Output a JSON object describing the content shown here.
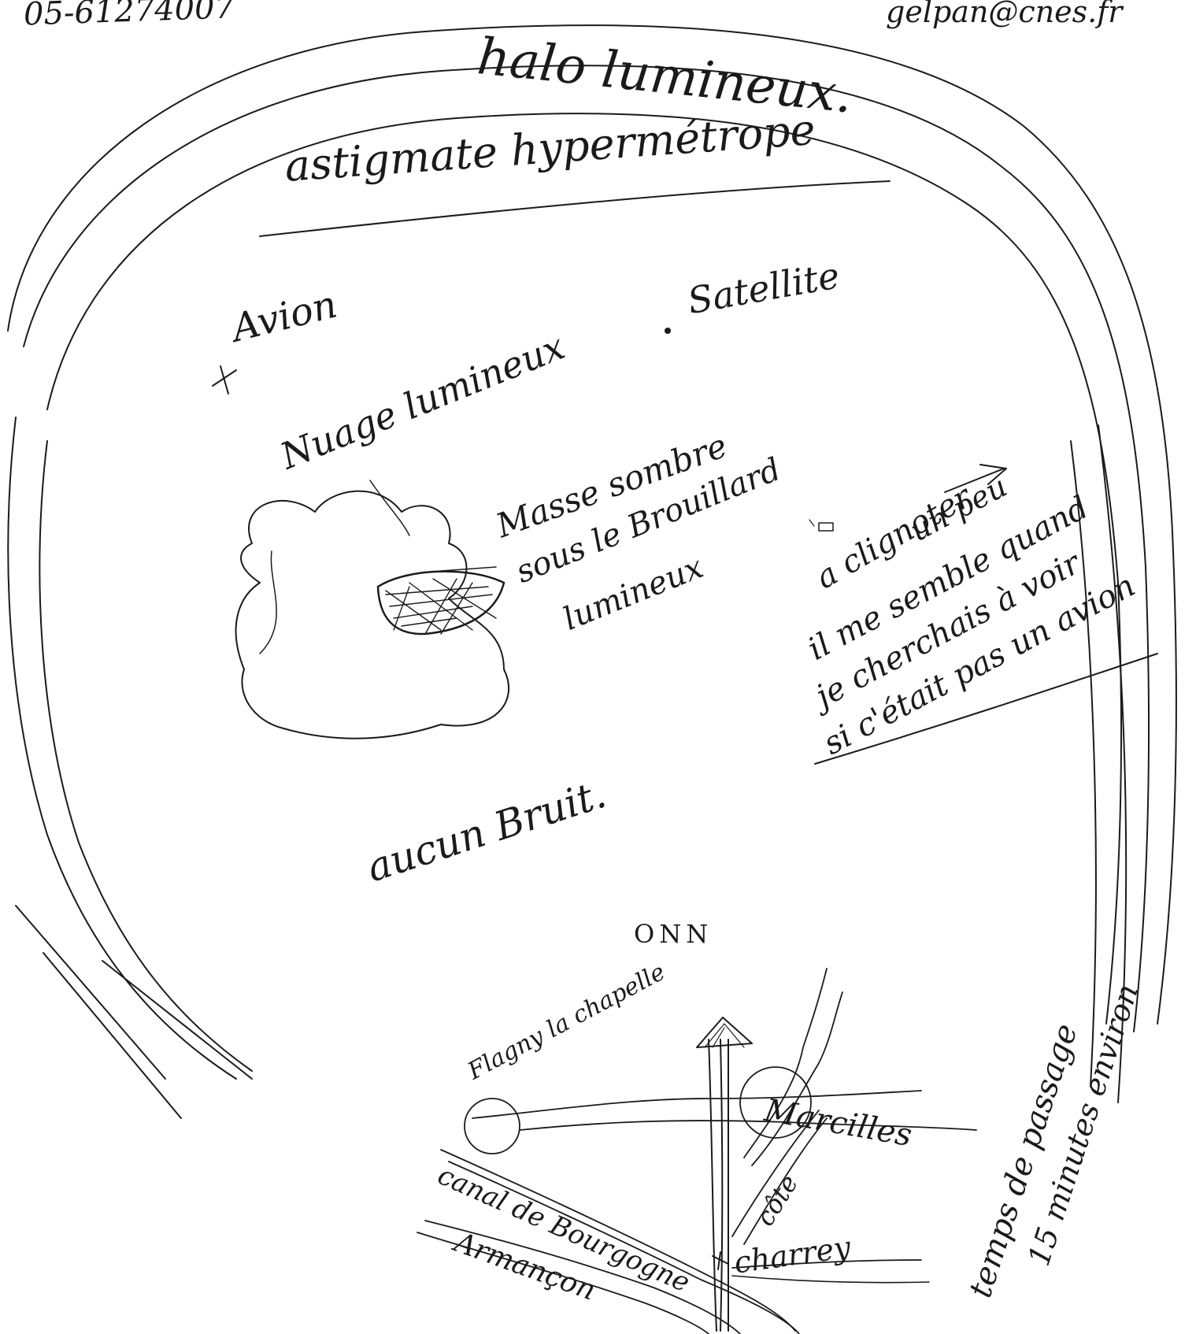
{
  "header": {
    "phone": "05-61274007",
    "email": "gelpan@cnes.fr"
  },
  "labels": {
    "halo": "halo lumineux.",
    "astigmate": "astigmate hypermétrope",
    "avion": "Avion",
    "satellite": "Satellite",
    "nuage": "Nuage lumineux",
    "masse_line1": "Masse sombre",
    "masse_line2": "sous le Brouillard",
    "masse_line3": "lumineux",
    "clignoter": "a clignoter",
    "note_line1": "un peu",
    "note_line2": "il me semble quand",
    "note_line3": "je cherchais à voir",
    "note_line4": "si c'était pas un avion",
    "bruit": "aucun Bruit.",
    "direction": "ONN",
    "village_left": "Flagny la chapelle",
    "canal": "canal de Bourgogne",
    "armancon": "Armançon",
    "marcilles": "Marcilles",
    "cote": "côte",
    "charrey": "charrey",
    "duree": "temps de passage",
    "duree2": "15 minutes environ"
  },
  "colors": {
    "ink": "#1b1b1b",
    "paper": "#ffffff"
  }
}
